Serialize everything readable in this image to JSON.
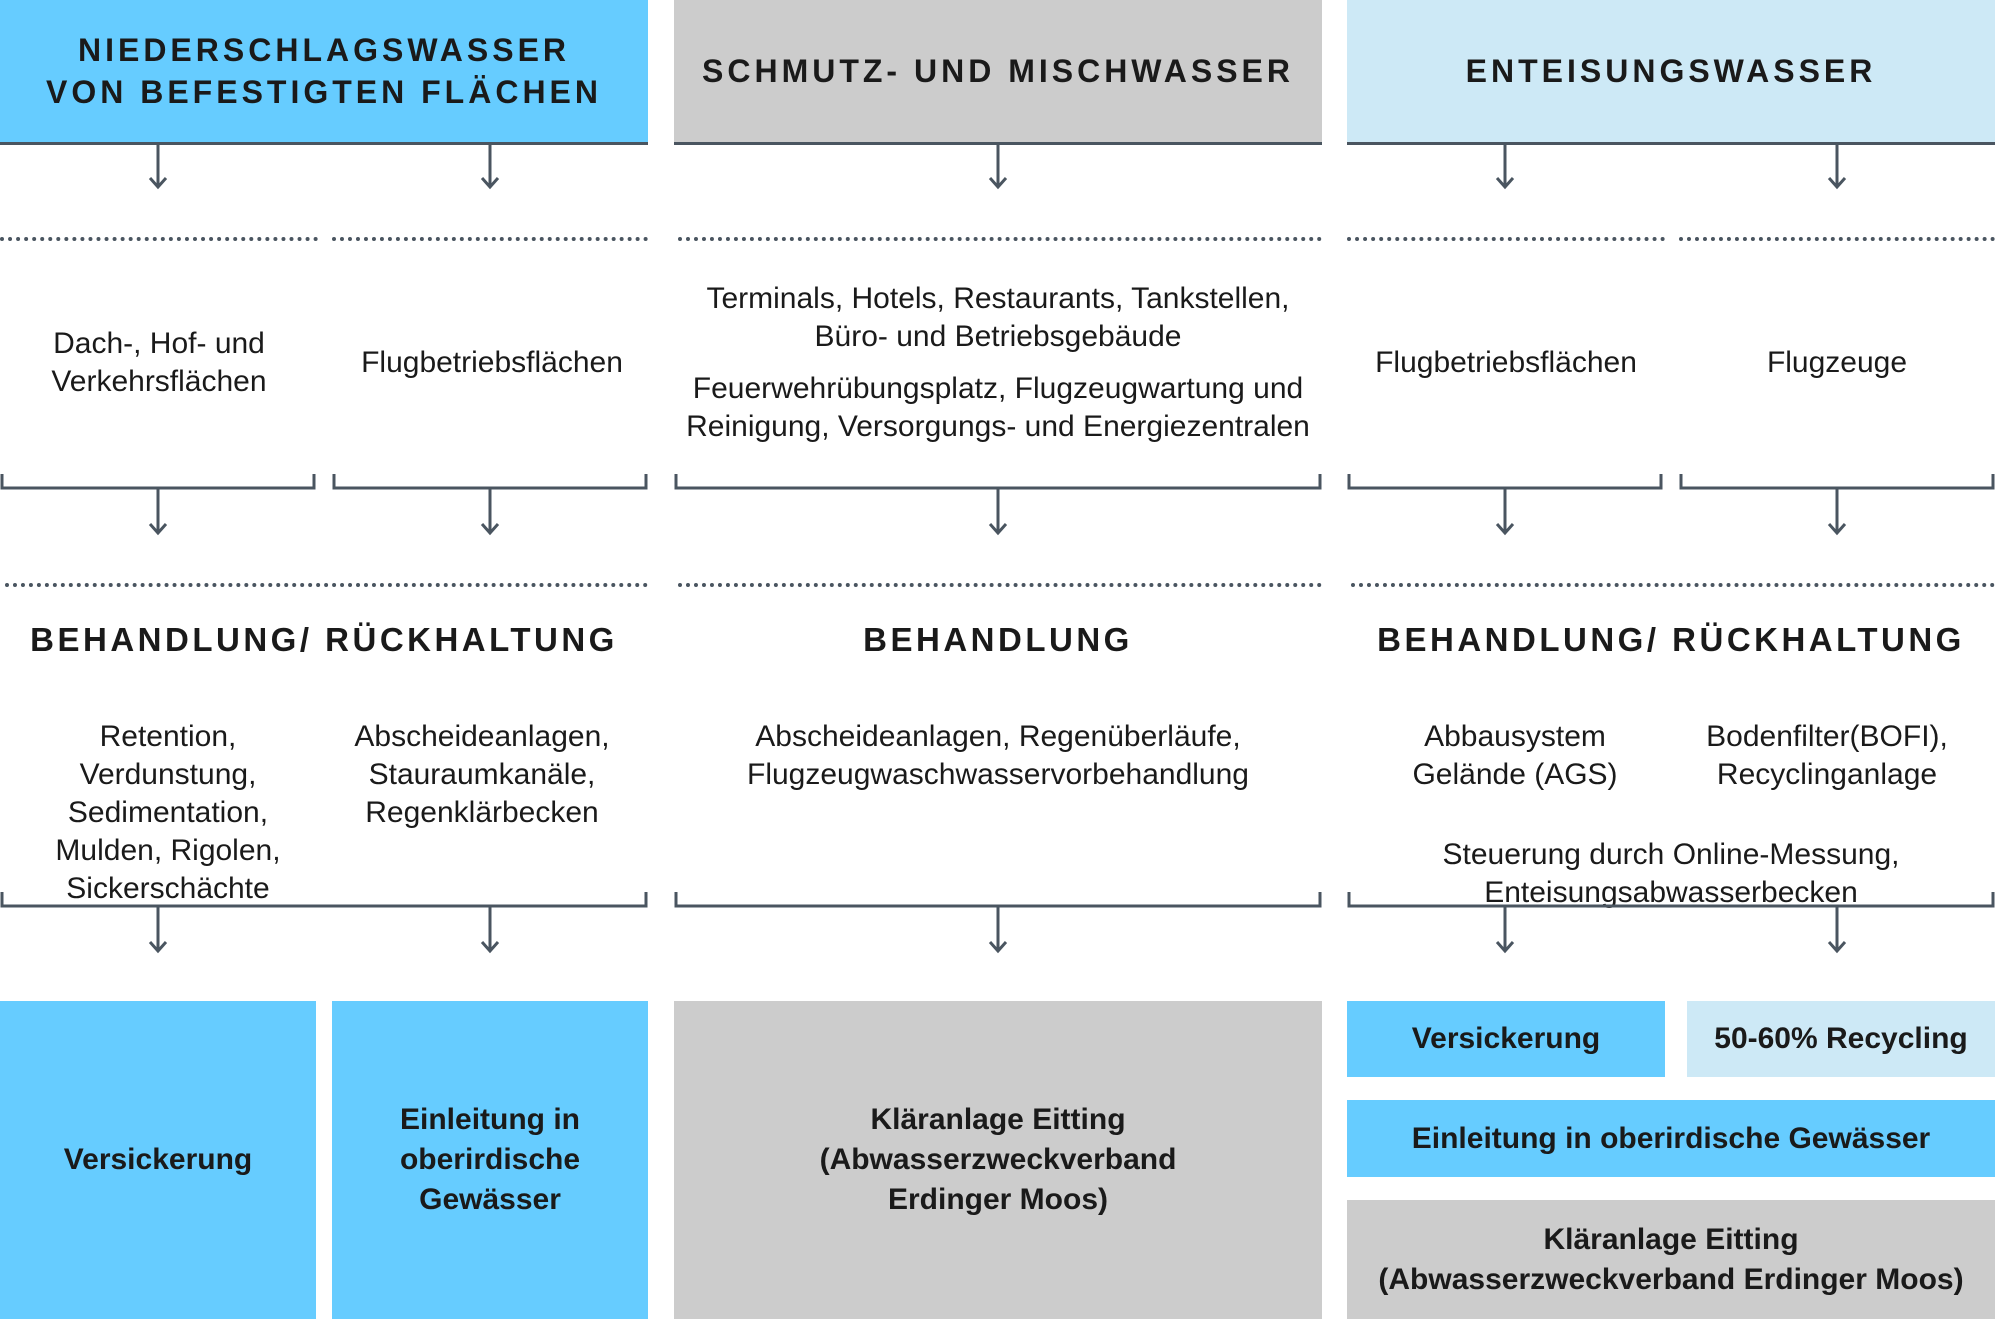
{
  "colors": {
    "blue": "#66ccff",
    "gray": "#cccccc",
    "light_blue": "#cde9f6",
    "line": "#4a5560"
  },
  "columns": {
    "niederschlag": {
      "header": "NIEDERSCHLAGSWASSER\nVON BEFESTIGTEN FLÄCHEN",
      "source_left": "Dach-, Hof- und\nVerkehrsflächen",
      "source_right": "Flugbetriebsflächen",
      "treatment_title": "BEHANDLUNG/ RÜCKHALTUNG",
      "treatment_left": "Retention,\nVerdunstung,\nSedimentation,\nMulden, Rigolen,\nSickerschächte",
      "treatment_right": "Abscheideanlagen,\nStauraumkanäle,\nRegenklärbecken",
      "outcome_left": "Versickerung",
      "outcome_right": "Einleitung in\noberirdische\nGewässer"
    },
    "schmutz": {
      "header": "SCHMUTZ- UND  MISCHWASSER",
      "source_top": "Terminals, Hotels, Restaurants, Tankstellen,\nBüro- und Betriebsgebäude",
      "source_bottom": "Feuerwehrübungsplatz, Flugzeugwartung und\nReinigung, Versorgungs- und Energiezentralen",
      "treatment_title": "BEHANDLUNG",
      "treatment_text": "Abscheideanlagen, Regenüberläufe,\nFlugzeugwaschwasservorbehandlung",
      "outcome": "Kläranlage Eitting\n(Abwasserzweckverband\nErdinger Moos)"
    },
    "enteisung": {
      "header": "ENTEISUNGSWASSER",
      "source_left": "Flugbetriebsflächen",
      "source_right": "Flugzeuge",
      "treatment_title": "BEHANDLUNG/ RÜCKHALTUNG",
      "treatment_left": "Abbausystem\nGelände (AGS)",
      "treatment_right": "Bodenfilter(BOFI),\nRecyclinganlage",
      "treatment_bottom": "Steuerung durch Online-Messung,\nEnteisungsabwasserbecken",
      "outcome_versickerung": "Versickerung",
      "outcome_recycling": "50-60% Recycling",
      "outcome_einleitung": "Einleitung in oberirdische Gewässer",
      "outcome_klaeranlage": "Kläranlage Eitting\n(Abwasserzweckverband Erdinger Moos)"
    }
  }
}
